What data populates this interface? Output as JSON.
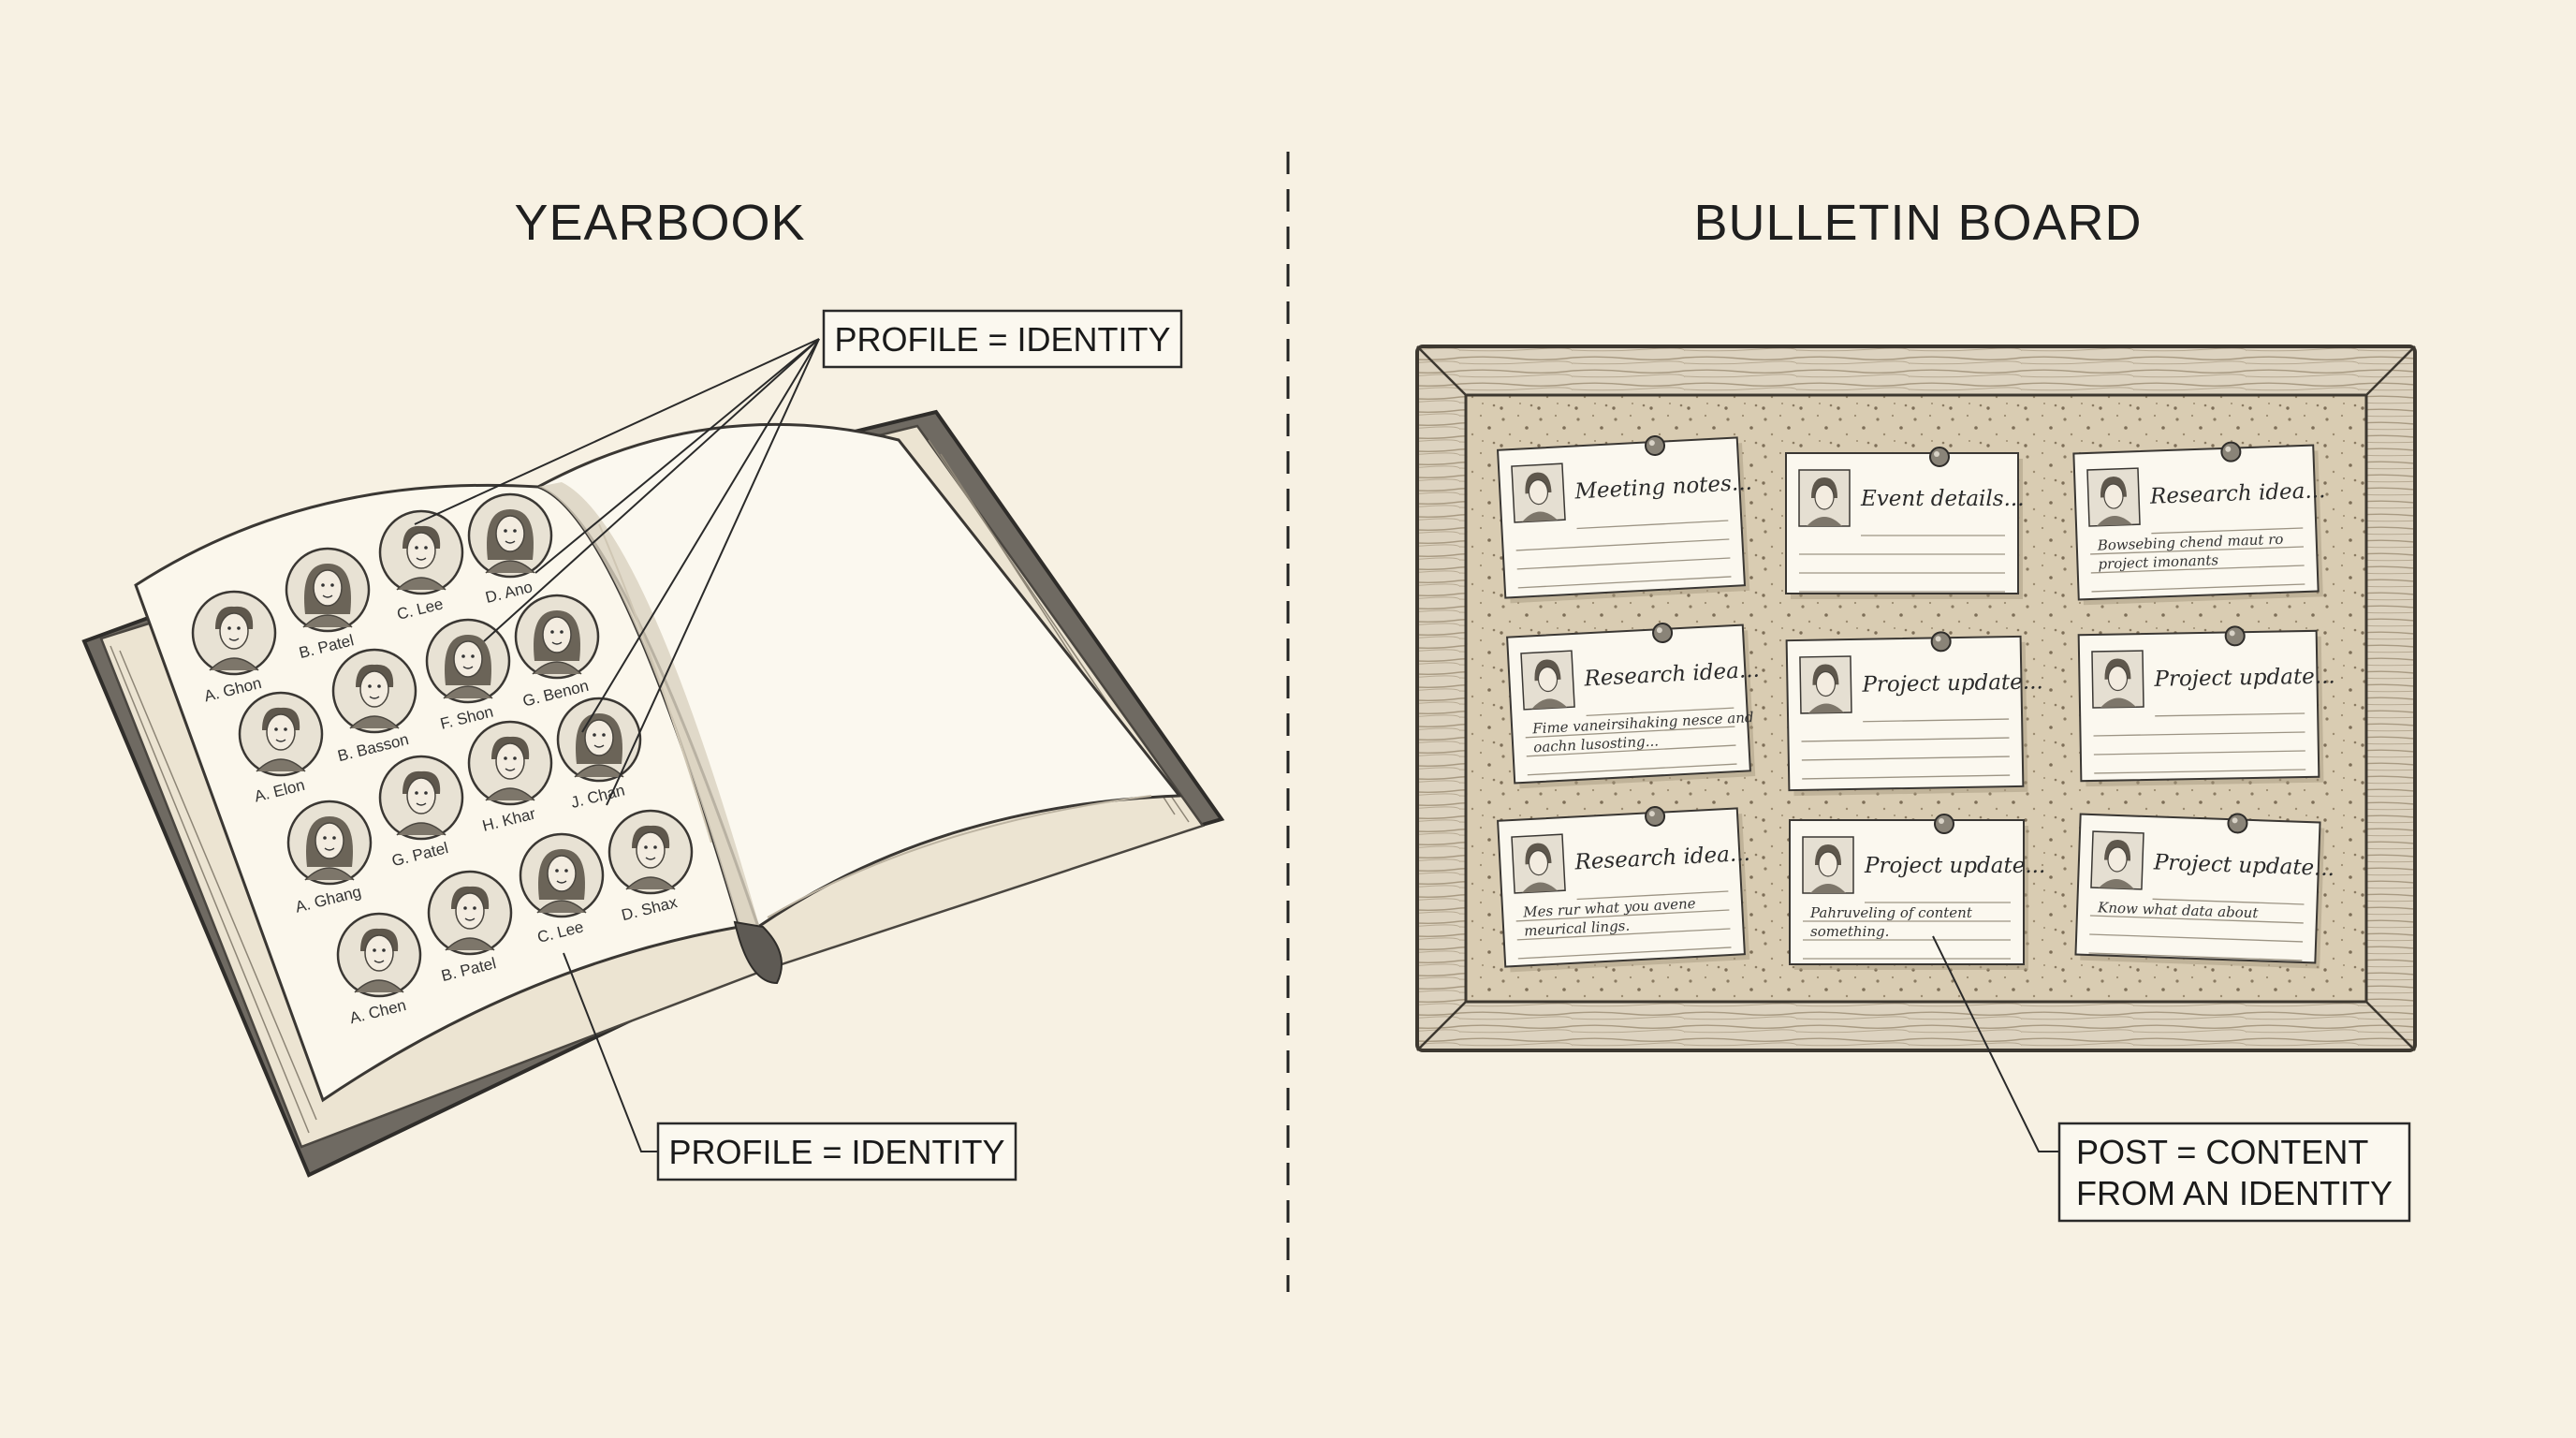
{
  "divider": {
    "present": true
  },
  "yearbook": {
    "title": "YEARBOOK",
    "callout_top": "PROFILE = IDENTITY",
    "callout_bottom": "PROFILE = IDENTITY",
    "portraits": [
      {
        "name": "A. Ghon"
      },
      {
        "name": "B. Patel"
      },
      {
        "name": "C. Lee"
      },
      {
        "name": "D. Ano"
      },
      {
        "name": "A. Elon"
      },
      {
        "name": "B. Basson"
      },
      {
        "name": "F. Shon"
      },
      {
        "name": "G. Benon"
      },
      {
        "name": "A. Ghang"
      },
      {
        "name": "G. Patel"
      },
      {
        "name": "H. Khar"
      },
      {
        "name": "J. Chan"
      },
      {
        "name": "A. Chen"
      },
      {
        "name": "B. Patel"
      },
      {
        "name": "C. Lee"
      },
      {
        "name": "D. Shax"
      }
    ]
  },
  "bulletin": {
    "title": "BULLETIN BOARD",
    "callout": [
      "POST = CONTENT",
      "FROM AN IDENTITY"
    ],
    "notes": [
      {
        "title": "Meeting notes...",
        "body": []
      },
      {
        "title": "Event details...",
        "body": []
      },
      {
        "title": "Research idea...",
        "body": [
          "Bowsebing chend maut ro",
          "project imonants"
        ]
      },
      {
        "title": "Research idea...",
        "body": [
          "Fime vaneirsihaking nesce and",
          "oachn lusosting..."
        ]
      },
      {
        "title": "Project update...",
        "body": []
      },
      {
        "title": "Project update...",
        "body": []
      },
      {
        "title": "Research idea...",
        "body": [
          "Mes rur what you avene",
          "meurical lings."
        ]
      },
      {
        "title": "Project update...",
        "body": [
          "Pahruveling of content",
          "something."
        ]
      },
      {
        "title": "Project update...",
        "body": [
          "Know what data about"
        ]
      }
    ]
  }
}
